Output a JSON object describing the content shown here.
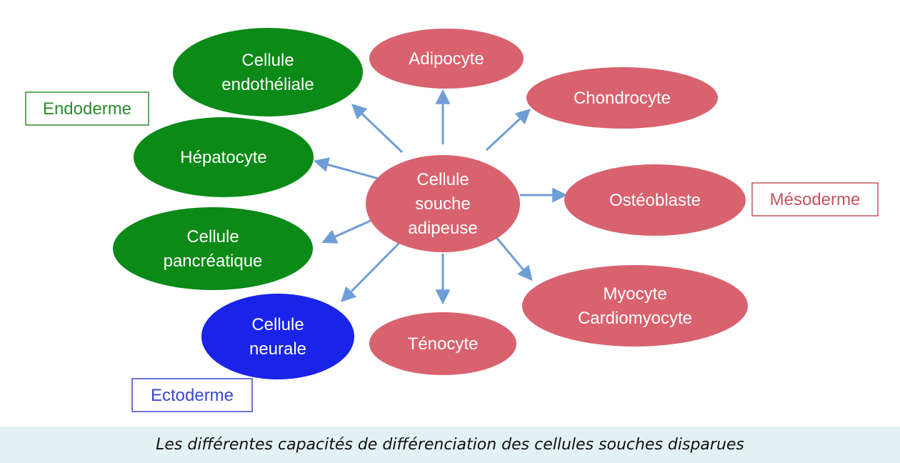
{
  "center": {
    "lines": [
      "Cellule",
      "souche",
      "adipeuse"
    ],
    "color": "#d9626f"
  },
  "colors": {
    "endoderm": "#0b8a17",
    "ectoderm": "#1a23e8",
    "mesoderm": "#d9626f",
    "arrow": "#6f9ed6",
    "endoderm_label": "#2e8b2e",
    "ectoderm_label": "#3a46cf",
    "mesoderm_label": "#c25560"
  },
  "nodes": [
    {
      "id": "endothelial",
      "lines": [
        "Cellule",
        "endothéliale"
      ],
      "layer": "endoderm"
    },
    {
      "id": "hepatocyte",
      "lines": [
        "Hépatocyte"
      ],
      "layer": "endoderm"
    },
    {
      "id": "pancreatic",
      "lines": [
        "Cellule",
        "pancréatique"
      ],
      "layer": "endoderm"
    },
    {
      "id": "neural",
      "lines": [
        "Cellule",
        "neurale"
      ],
      "layer": "ectoderm"
    },
    {
      "id": "adipocyte",
      "lines": [
        "Adipocyte"
      ],
      "layer": "mesoderm"
    },
    {
      "id": "chondrocyte",
      "lines": [
        "Chondrocyte"
      ],
      "layer": "mesoderm"
    },
    {
      "id": "osteoblast",
      "lines": [
        "Ostéoblaste"
      ],
      "layer": "mesoderm"
    },
    {
      "id": "myocyte",
      "lines": [
        "Myocyte",
        "Cardiomyocyte"
      ],
      "layer": "mesoderm"
    },
    {
      "id": "tenocyte",
      "lines": [
        "Ténocyte"
      ],
      "layer": "mesoderm"
    }
  ],
  "layer_labels": {
    "endoderm": "Endoderme",
    "mesoderm": "Mésoderme",
    "ectoderm": "Ectoderme"
  },
  "caption": "Les différentes capacités de différenciation des cellules souches disparues"
}
